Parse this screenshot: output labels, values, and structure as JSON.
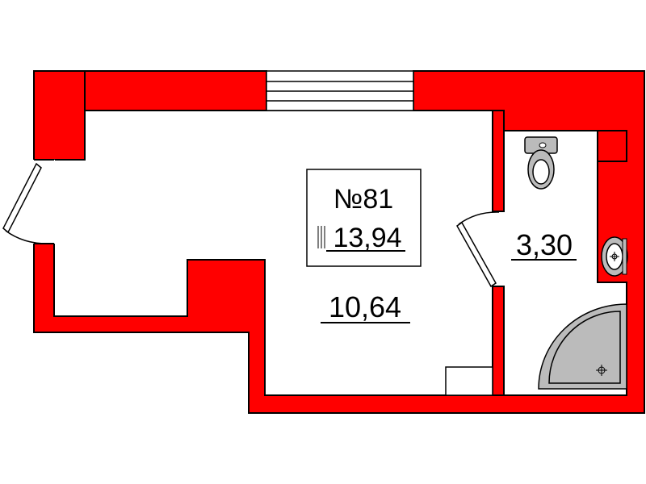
{
  "apartment": {
    "number": "№81",
    "total_area": "13,94"
  },
  "rooms": {
    "main_area": "10,64",
    "bathroom_area": "3,30"
  },
  "colors": {
    "wall": "#ff0000",
    "fixture": "#bbbbbb",
    "outline": "#000000"
  },
  "icons": [
    "toilet-icon",
    "sink-icon",
    "shower-tray-icon",
    "door-icon",
    "window-icon"
  ]
}
